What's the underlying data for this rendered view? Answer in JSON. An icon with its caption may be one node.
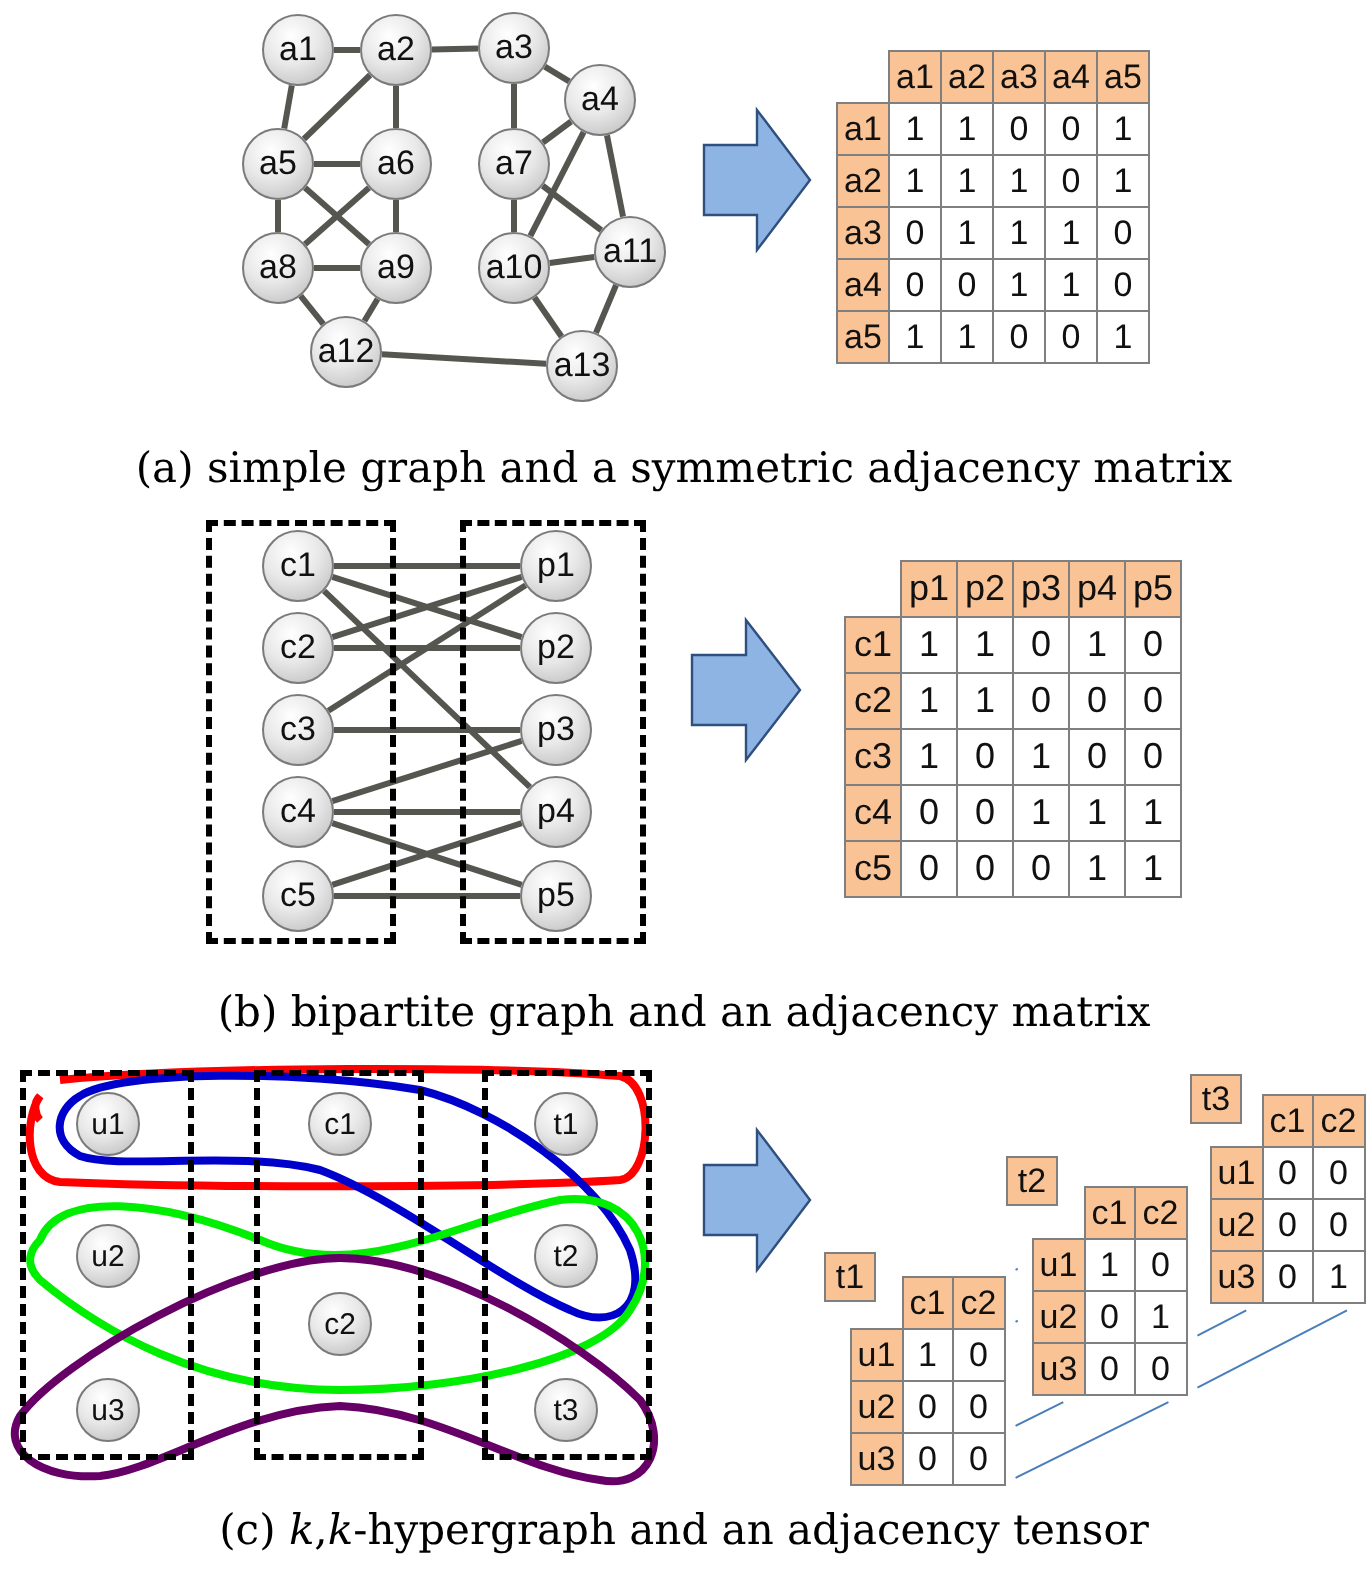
{
  "diagram": {
    "nodes": [
      {
        "text": [
          "a1"
        ]
      },
      {
        "text": [
          "a2"
        ]
      },
      {
        "text": [
          "a3"
        ]
      },
      {
        "text": [
          "a4"
        ]
      },
      {
        "text": [
          "a5"
        ]
      },
      {
        "text": [
          "a6"
        ]
      },
      {
        "text": [
          "a7"
        ]
      },
      {
        "text": [
          "a8"
        ]
      },
      {
        "text": [
          "a9"
        ]
      },
      {
        "text": [
          "a10"
        ]
      },
      {
        "text": [
          "a11"
        ]
      },
      {
        "text": [
          "a12"
        ]
      },
      {
        "text": [
          "a13"
        ]
      },
      {
        "text": [],
        "shape": "box"
      },
      {
        "text": [
          "c1"
        ],
        "in": 13
      },
      {
        "text": [
          "c2"
        ],
        "in": 13
      },
      {
        "text": [
          "c3"
        ],
        "in": 13
      },
      {
        "text": [
          "c4"
        ],
        "in": 13
      },
      {
        "text": [
          "c5"
        ],
        "in": 13
      },
      {
        "text": [],
        "shape": "box"
      },
      {
        "text": [
          "p1"
        ],
        "in": 19
      },
      {
        "text": [
          "p2"
        ],
        "in": 19
      },
      {
        "text": [
          "p3"
        ],
        "in": 19
      },
      {
        "text": [
          "p4"
        ],
        "in": 19
      },
      {
        "text": [
          "p5"
        ],
        "in": 19
      },
      {
        "text": [],
        "shape": "box"
      },
      {
        "text": [
          "u1"
        ],
        "in": 25
      },
      {
        "text": [
          "u2"
        ],
        "in": 25
      },
      {
        "text": [
          "u3"
        ],
        "in": 25
      },
      {
        "text": [],
        "shape": "box"
      },
      {
        "text": [
          "c1"
        ],
        "in": 29
      },
      {
        "text": [
          "c2"
        ],
        "in": 29
      },
      {
        "text": [],
        "shape": "box"
      },
      {
        "text": [
          "t1"
        ],
        "in": 32
      },
      {
        "text": [
          "t2"
        ],
        "in": 32
      },
      {
        "text": [
          "t3"
        ],
        "in": 32
      }
    ],
    "edges": [
      {
        "from": 0,
        "to": 1,
        "arrow": "none"
      },
      {
        "from": 1,
        "to": 2,
        "arrow": "none"
      },
      {
        "from": 0,
        "to": 4,
        "arrow": "none"
      },
      {
        "from": 1,
        "to": 4,
        "arrow": "none"
      },
      {
        "from": 1,
        "to": 5,
        "arrow": "none"
      },
      {
        "from": 4,
        "to": 5,
        "arrow": "none"
      },
      {
        "from": 4,
        "to": 7,
        "arrow": "none"
      },
      {
        "from": 4,
        "to": 8,
        "arrow": "none"
      },
      {
        "from": 5,
        "to": 7,
        "arrow": "none"
      },
      {
        "from": 5,
        "to": 8,
        "arrow": "none"
      },
      {
        "from": 7,
        "to": 8,
        "arrow": "none"
      },
      {
        "from": 7,
        "to": 11,
        "arrow": "none"
      },
      {
        "from": 8,
        "to": 11,
        "arrow": "none"
      },
      {
        "from": 2,
        "to": 3,
        "arrow": "none"
      },
      {
        "from": 2,
        "to": 6,
        "arrow": "none"
      },
      {
        "from": 3,
        "to": 6,
        "arrow": "none"
      },
      {
        "from": 3,
        "to": 9,
        "arrow": "none"
      },
      {
        "from": 3,
        "to": 10,
        "arrow": "none"
      },
      {
        "from": 6,
        "to": 9,
        "arrow": "none"
      },
      {
        "from": 6,
        "to": 10,
        "arrow": "none"
      },
      {
        "from": 9,
        "to": 10,
        "arrow": "none"
      },
      {
        "from": 9,
        "to": 12,
        "arrow": "none"
      },
      {
        "from": 10,
        "to": 12,
        "arrow": "none"
      },
      {
        "from": 11,
        "to": 12,
        "arrow": "none"
      },
      {
        "from": 14,
        "to": 20,
        "arrow": "none"
      },
      {
        "from": 14,
        "to": 21,
        "arrow": "none"
      },
      {
        "from": 14,
        "to": 23,
        "arrow": "none"
      },
      {
        "from": 15,
        "to": 20,
        "arrow": "none"
      },
      {
        "from": 15,
        "to": 21,
        "arrow": "none"
      },
      {
        "from": 16,
        "to": 20,
        "arrow": "none"
      },
      {
        "from": 16,
        "to": 22,
        "arrow": "none"
      },
      {
        "from": 17,
        "to": 22,
        "arrow": "none"
      },
      {
        "from": 17,
        "to": 23,
        "arrow": "none"
      },
      {
        "from": 17,
        "to": 24,
        "arrow": "none"
      },
      {
        "from": 18,
        "to": 23,
        "arrow": "none"
      },
      {
        "from": 18,
        "to": 24,
        "arrow": "none"
      }
    ],
    "labels": [
      "a1",
      "a2",
      "a3",
      "a4",
      "a5",
      "a1",
      "1",
      "1",
      "0",
      "0",
      "1",
      "a2",
      "1",
      "1",
      "1",
      "0",
      "1",
      "a3",
      "0",
      "1",
      "1",
      "1",
      "0",
      "a4",
      "0",
      "0",
      "1",
      "1",
      "0",
      "a5",
      "1",
      "1",
      "0",
      "0",
      "1",
      "(a) simple graph and a symmetric adjacency matrix",
      "p1",
      "p2",
      "p3",
      "p4",
      "p5",
      "c1",
      "1",
      "1",
      "0",
      "1",
      "0",
      "c2",
      "1",
      "1",
      "0",
      "0",
      "0",
      "c3",
      "1",
      "0",
      "1",
      "0",
      "0",
      "c4",
      "0",
      "0",
      "1",
      "1",
      "1",
      "c5",
      "0",
      "0",
      "0",
      "1",
      "1",
      "(b) bipartite graph and an adjacency matrix",
      "t1",
      "c1",
      "c2",
      "u1",
      "1",
      "0",
      "u2",
      "0",
      "0",
      "u3",
      "0",
      "0",
      "t2",
      "c1",
      "c2",
      "u1",
      "1",
      "0",
      "u2",
      "0",
      "1",
      "u3",
      "0",
      "0",
      "t3",
      "c1",
      "c2",
      "u1",
      "0",
      "0",
      "u2",
      "0",
      "0",
      "u3",
      "0",
      "1",
      "(c) *k*,*k*-hypergraph and an adjacency tensor"
    ]
  }
}
